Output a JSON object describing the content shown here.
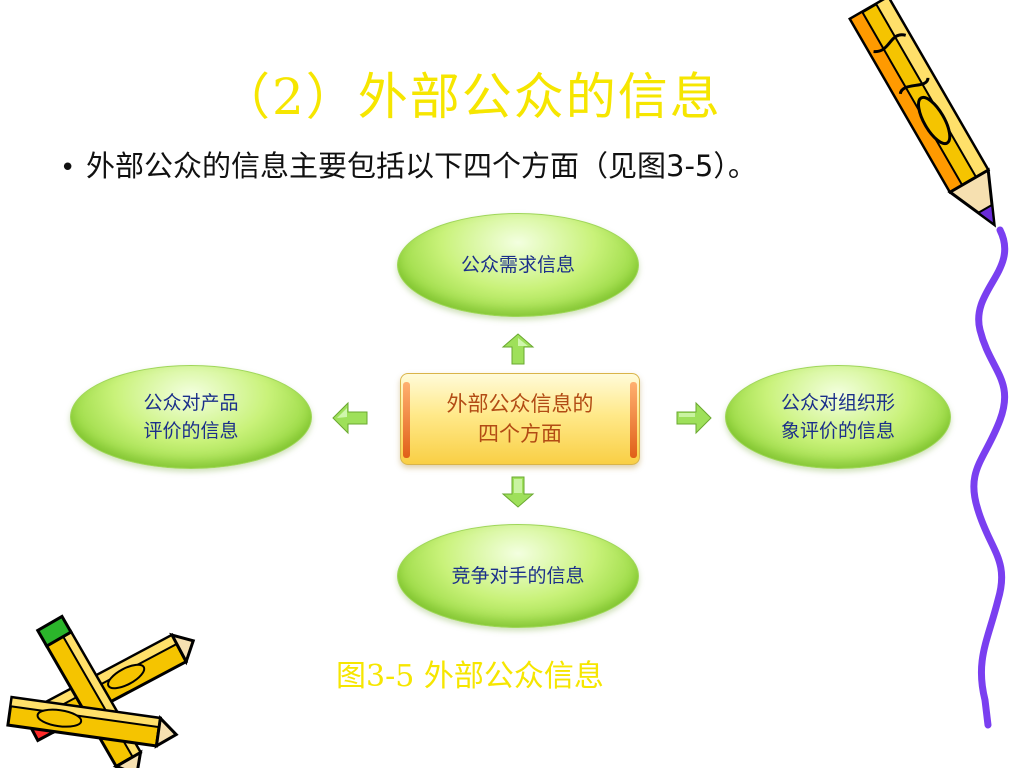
{
  "title": "（2）外部公众的信息",
  "bullet": {
    "marker": "•",
    "text": "外部公众的信息主要包括以下四个方面（见图3-5）。"
  },
  "diagram": {
    "center": {
      "line1": "外部公众信息的",
      "line2": "四个方面"
    },
    "nodes": {
      "top": "公众需求信息",
      "left_line1": "公众对产品",
      "left_line2": "评价的信息",
      "right_line1": "公众对组织形",
      "right_line2": "象评价的信息",
      "bottom": "竞争对手的信息"
    }
  },
  "caption": "图3-5  外部公众信息",
  "colors": {
    "title": "#f6e600",
    "node_text": "#1b2f8a",
    "center_text": "#b24b14",
    "arrow_fill": "#9ee05a"
  },
  "decorations": {
    "top_right": "pencil-icon",
    "bottom_left": "crossed-pencils-icon",
    "right_edge": "wavy-line"
  }
}
